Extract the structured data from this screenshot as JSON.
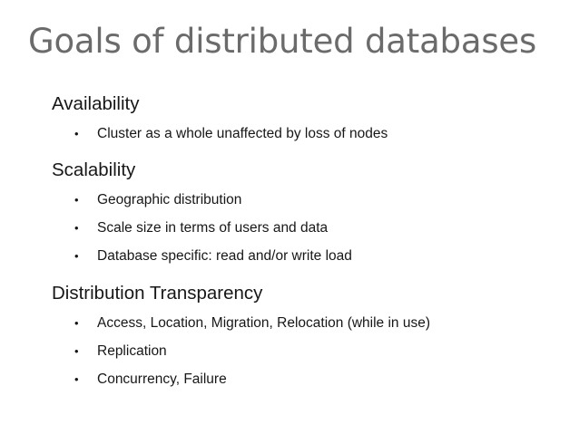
{
  "slide": {
    "title": "Goals of distributed databases",
    "title_color": "#6b6b6b",
    "body_color": "#171717",
    "background_color": "#ffffff",
    "bullet_glyph": "•",
    "sections": [
      {
        "heading": "Availability",
        "bullets": [
          "Cluster as a whole unaffected by loss of nodes"
        ]
      },
      {
        "heading": "Scalability",
        "bullets": [
          "Geographic distribution",
          "Scale size in terms of users and data",
          "Database specific: read and/or write load"
        ]
      },
      {
        "heading": "Distribution Transparency",
        "bullets": [
          "Access, Location, Migration, Relocation (while in use)",
          "Replication",
          "Concurrency, Failure"
        ]
      }
    ]
  }
}
